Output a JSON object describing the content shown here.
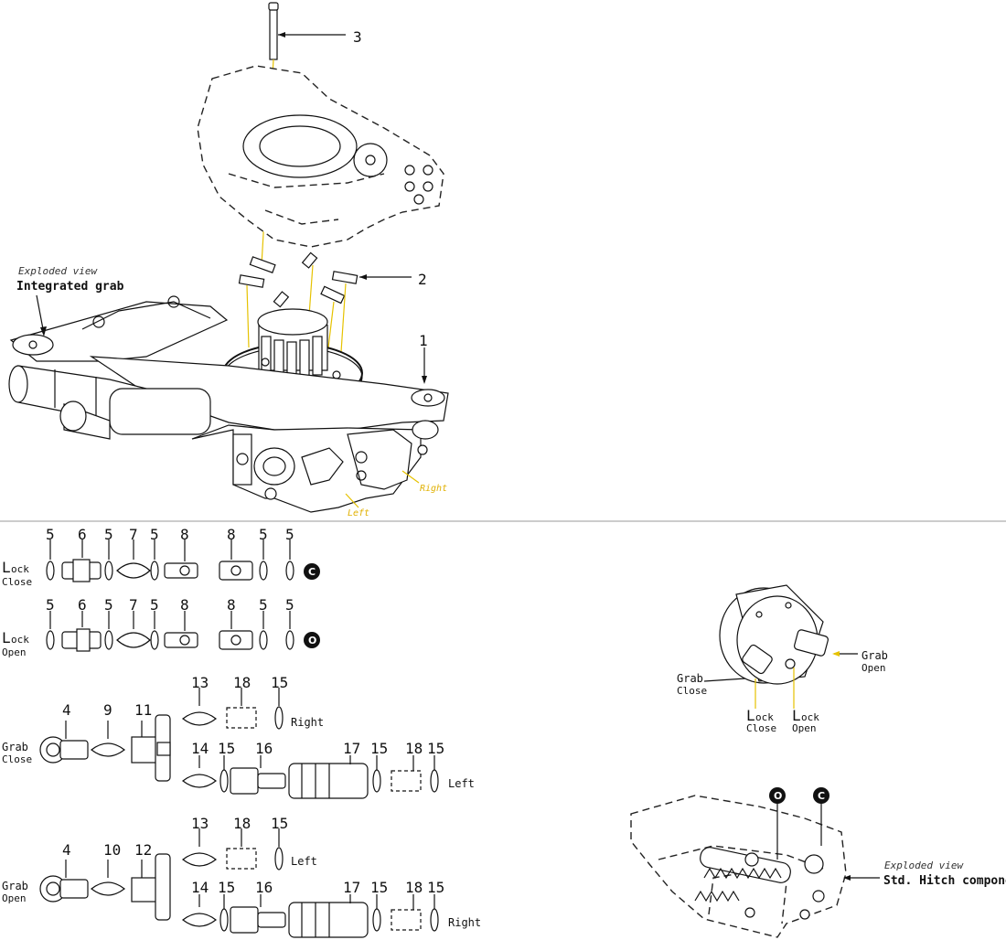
{
  "callouts": {
    "c3": "3",
    "c2": "2",
    "c1": "1",
    "r1": [
      "5",
      "6",
      "5",
      "7",
      "5",
      "8",
      "8",
      "5",
      "5"
    ],
    "r2": [
      "5",
      "6",
      "5",
      "7",
      "5",
      "8",
      "8",
      "5",
      "5"
    ],
    "gc_a": [
      "4",
      "9",
      "11"
    ],
    "gc_b": [
      "13",
      "18",
      "15"
    ],
    "gc_c": [
      "14",
      "15",
      "16",
      "17",
      "15",
      "18",
      "15"
    ],
    "go_a": [
      "4",
      "10",
      "12"
    ],
    "go_b": [
      "13",
      "18",
      "15"
    ],
    "go_c": [
      "14",
      "15",
      "16",
      "17",
      "15",
      "18",
      "15"
    ]
  },
  "labels": {
    "exploded_view": "Exploded view",
    "integrated_grab": "Integrated grab",
    "std_hitch": "Std. Hitch components",
    "right": "Right",
    "left": "Left",
    "lock_L": "L",
    "lock_ock": "ock",
    "close": "Close",
    "open": "Open",
    "grab": "Grab",
    "badge_c": "C",
    "badge_o": "O"
  },
  "colors": {
    "accent": "#e6c200",
    "ink": "#111111"
  }
}
